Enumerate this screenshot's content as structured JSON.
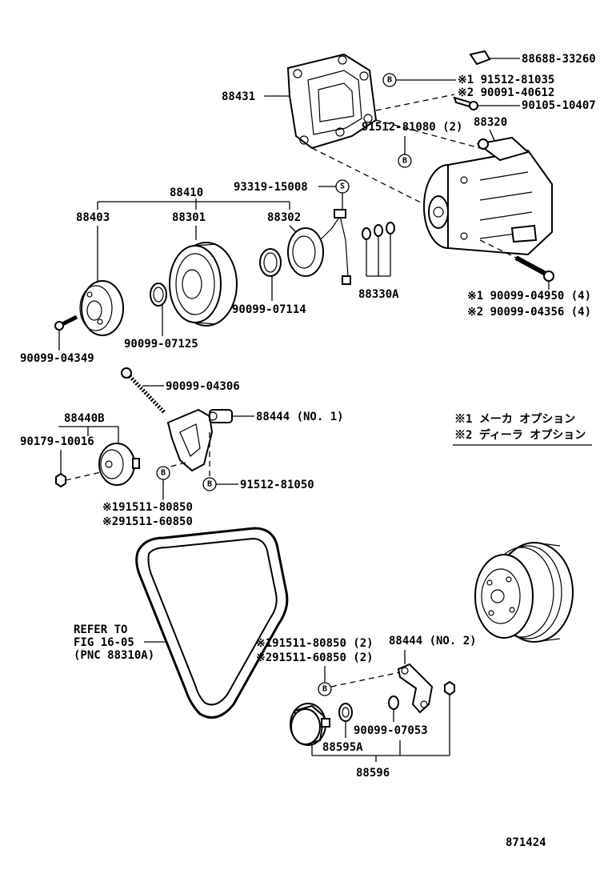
{
  "labels": {
    "p88688": "88688-33260",
    "p91512_81035": "※1 91512-81035",
    "p90091": "※2 90091-40612",
    "p90105": "90105-10407",
    "p88431": "88431",
    "p91512_81080": "91512-81080 (2)",
    "p88320": "88320",
    "p93319": "93319-15008",
    "p88410": "88410",
    "p88403": "88403",
    "p88301": "88301",
    "p88302": "88302",
    "p88330A": "88330A",
    "p90099_07114": "90099-07114",
    "p90099_04950": "※1 90099-04950 (4)",
    "p90099_04356": "※2 90099-04356 (4)",
    "p90099_04349": "90099-04349",
    "p90099_07125": "90099-07125",
    "p90099_04306": "90099-04306",
    "p88440B": "88440B",
    "p88444_1": "88444 (NO. 1)",
    "p90179": "90179-10016",
    "p91512_81050": "91512-81050",
    "p91511_80850_a": "※191511-80850",
    "p91511_60850_a": "※291511-60850",
    "p88444_2": "88444 (NO. 2)",
    "p91511_80850_b": "※191511-80850 (2)",
    "p91511_60850_b": "※291511-60850 (2)",
    "refer1": "REFER TO",
    "refer2": "FIG 16-05",
    "refer3": "(PNC 88310A)",
    "p90099_07053": "90099-07053",
    "p88595A": "88595A",
    "p88596": "88596",
    "figno": "871424"
  },
  "legend": {
    "line1": "※1 メーカ オプション",
    "line2": "※2 ディーラ オプション"
  },
  "badges": {
    "b": "B",
    "s": "S"
  }
}
